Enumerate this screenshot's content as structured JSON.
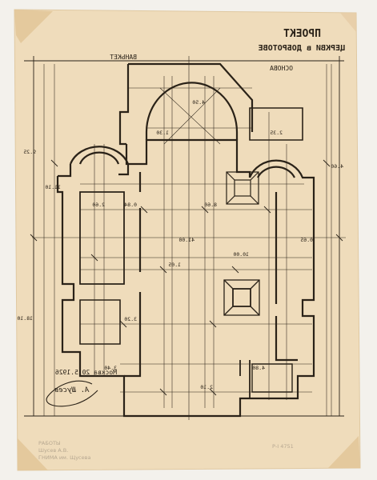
{
  "sheet": {
    "title_line1": "ПРОЕКТ",
    "title_line2": "ЦЕРКВИ в ДОБРОТОВЕ",
    "label_top": "ОСНОВА",
    "label_top2": "ВАНЬКЕТ",
    "signature_date": "Москва 20.5.1926",
    "signature_mark": "А. Шусев",
    "archive_note_line1": "РАБОТЫ",
    "archive_note_line2": "Шусев А.В.",
    "archive_note_line3": "ГНИМА им. Щусева",
    "archive_number": "Р-I 4751"
  },
  "dimensions": {
    "total_width": "41.00",
    "left_wing_depth": "11.10",
    "center_length": "10.00",
    "apse_radius": "4.50",
    "nave_width": "8.60",
    "aisle_width": "2.60",
    "wall_thickness": "0.84",
    "pier_size": "1.05",
    "bay_spacing": "3.20",
    "side_height": "9.25",
    "right_height": "4.60",
    "lower_bay": "2.10",
    "porch_width": "4.80",
    "porch_depth": "3.40",
    "chapel_width": "2.35",
    "small_span": "1.30",
    "axis_mark": "0.65",
    "far_dim": "18.10"
  },
  "colors": {
    "paper": "#efdcbb",
    "paper_edge": "#e6cca6",
    "ink": "#2a2218",
    "pencil": "#b7a891",
    "tape": "#d8b98c"
  }
}
